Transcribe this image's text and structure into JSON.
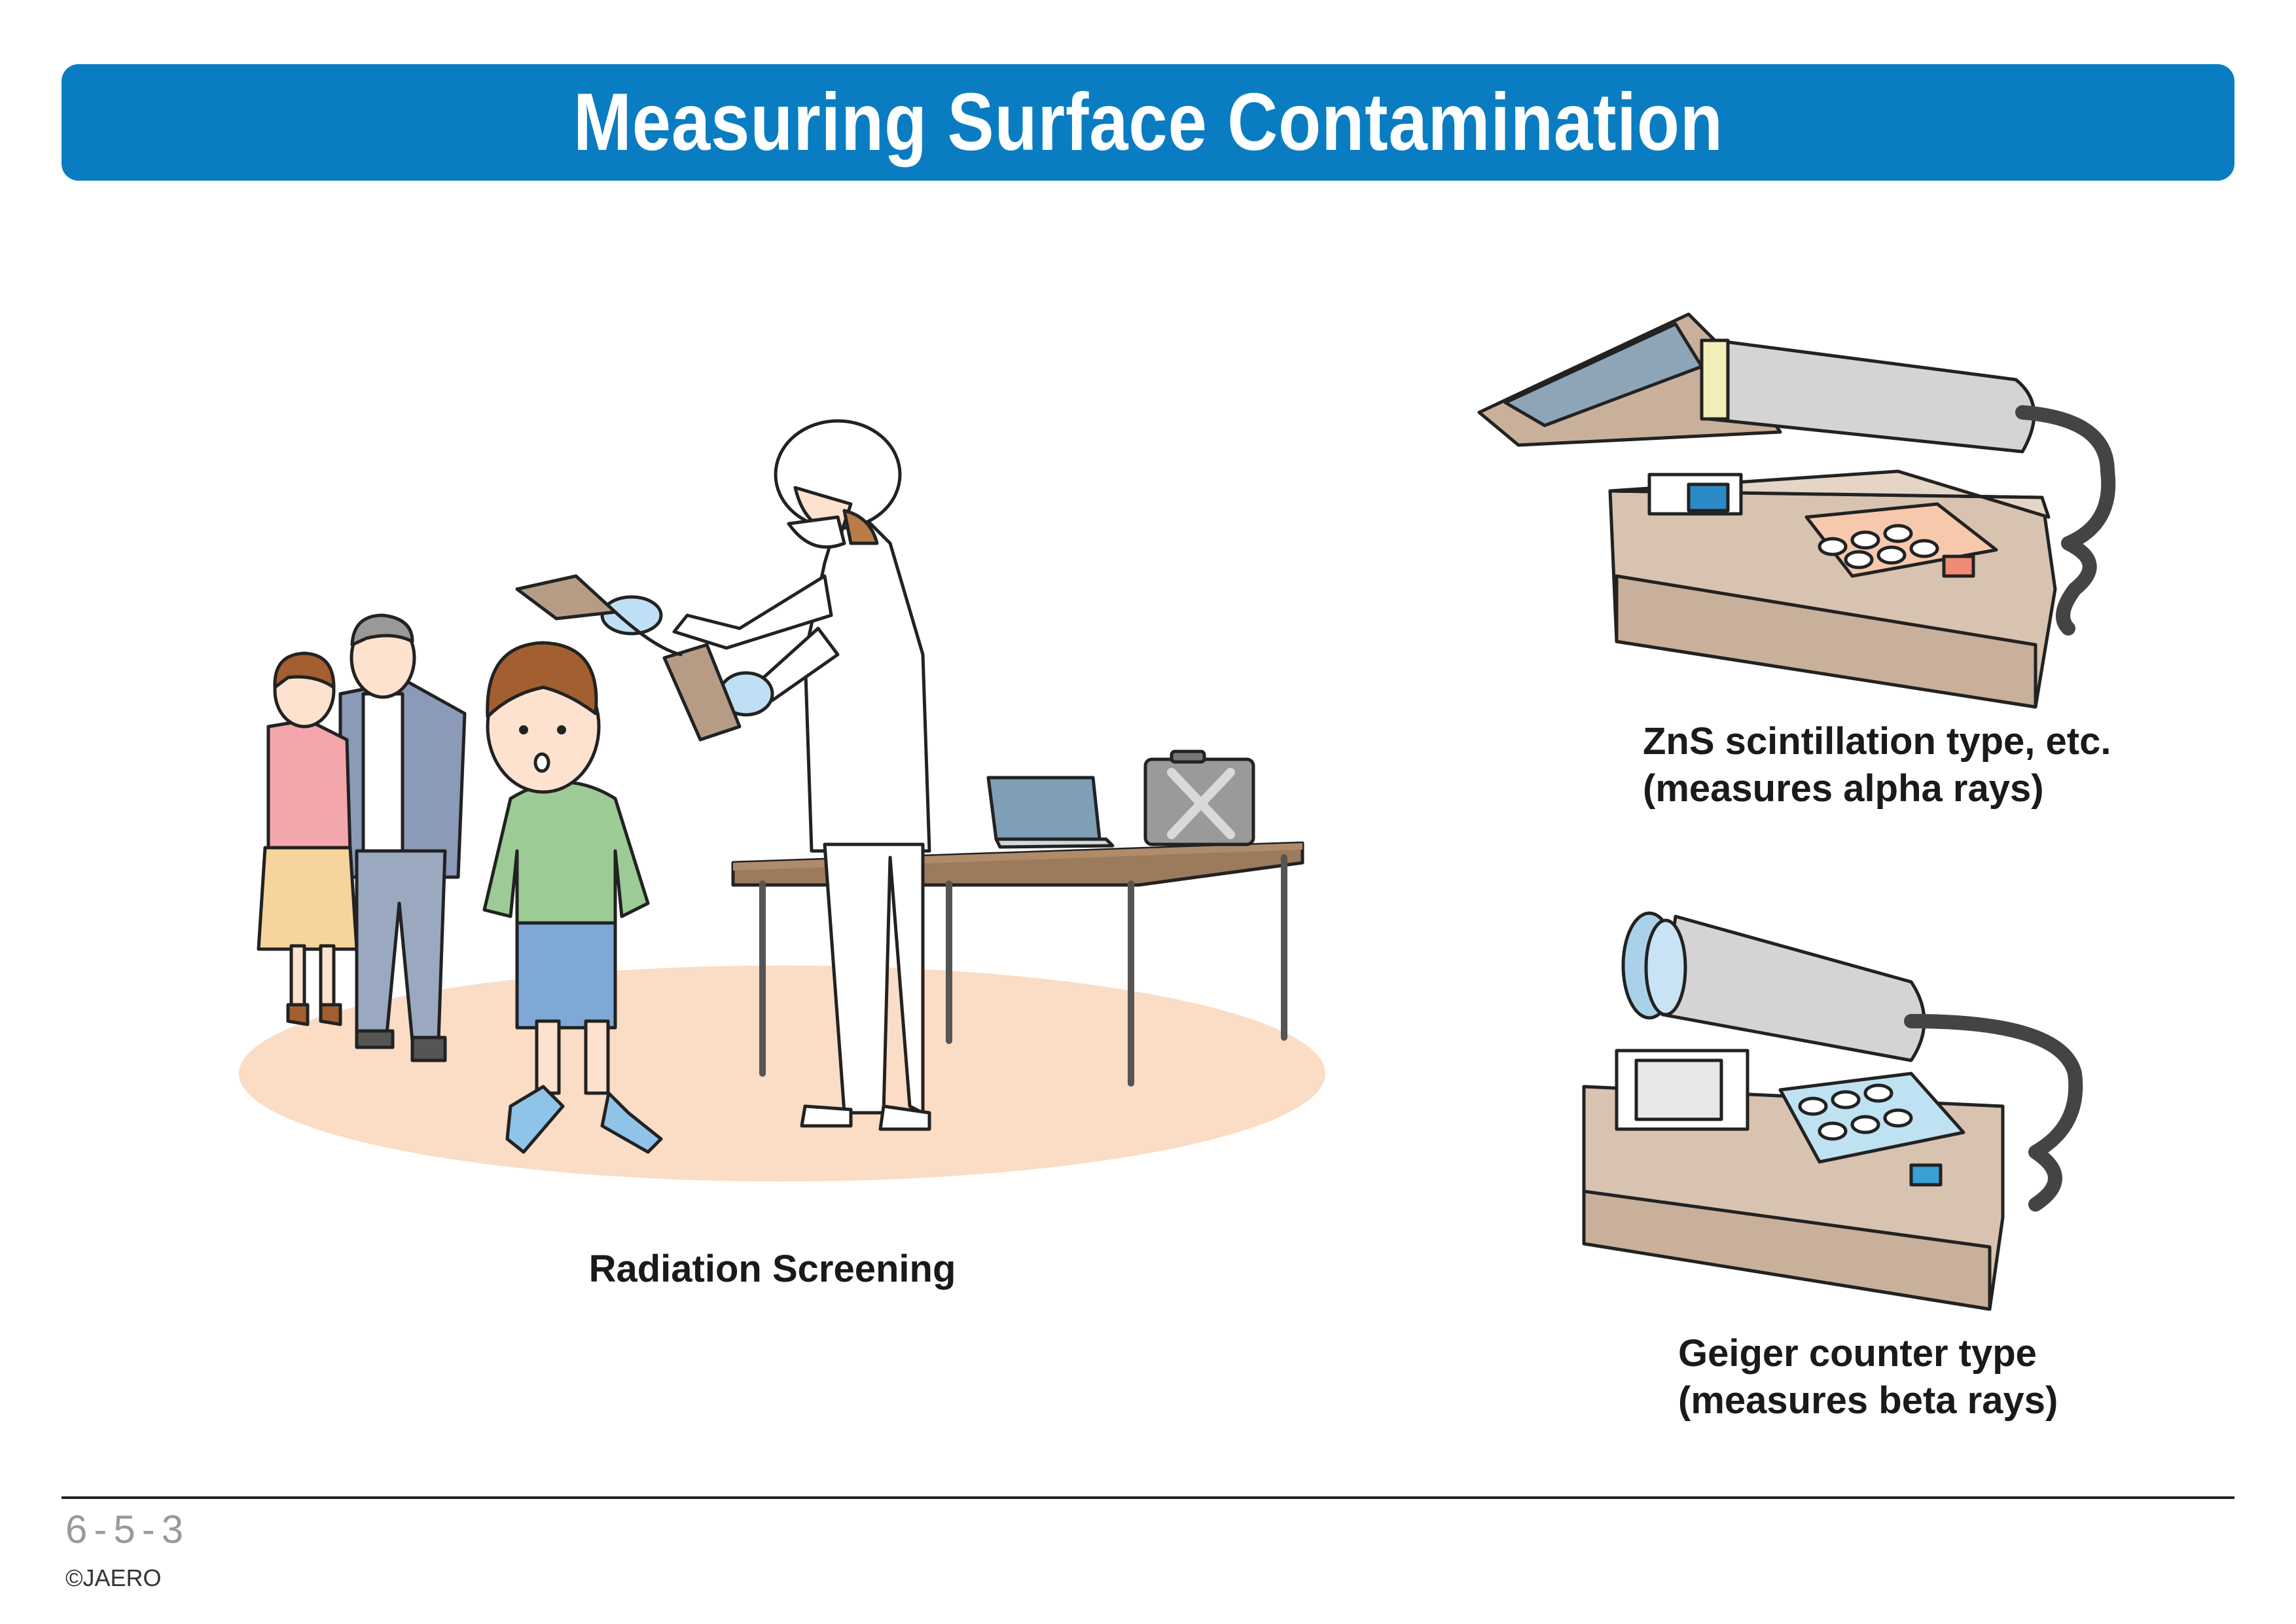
{
  "header": {
    "title": "Measuring Surface Contamination"
  },
  "scene": {
    "caption": "Radiation Screening"
  },
  "devices": [
    {
      "caption_line1": "ZnS scintillation type, etc.",
      "caption_line2": "(measures alpha rays)"
    },
    {
      "caption_line1": "Geiger counter type",
      "caption_line2": "(measures beta rays)"
    }
  ],
  "footer": {
    "page_number": "6-5-3",
    "copyright": "©JAERO"
  },
  "colors": {
    "title_bar": "#0a7dc2",
    "floor": "#fbdcc4",
    "device_body": "#d8c3b1",
    "alpha_plate": "#f6c9ad",
    "beta_plate": "#bfe2f2"
  }
}
